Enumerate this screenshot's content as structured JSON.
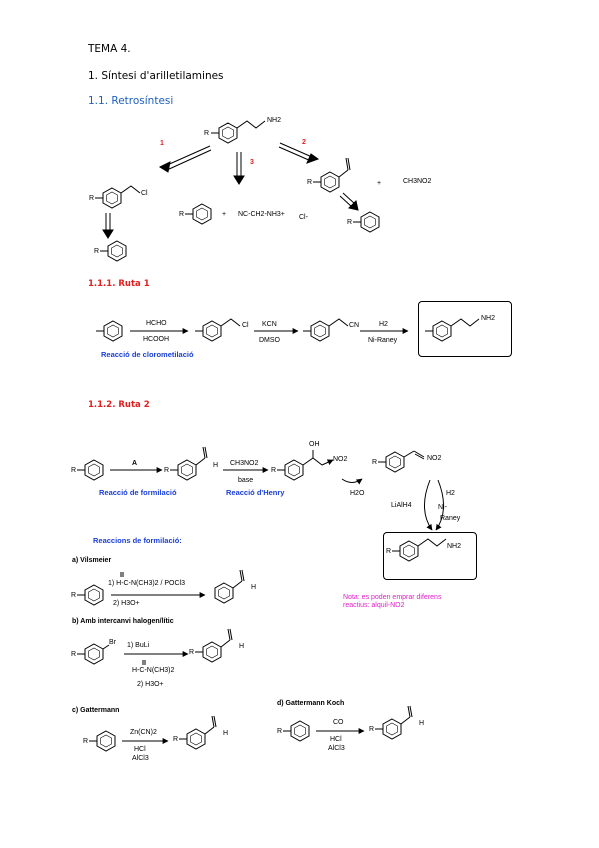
{
  "header": {
    "topic": "TEMA 4.",
    "section": "1. Síntesi d'arilletilamines",
    "subsection": "1.1. Retrosíntesi"
  },
  "retro": {
    "nh2": "NH2",
    "r": "R",
    "route1": "1",
    "route2": "2",
    "route3": "3",
    "cl": "Cl",
    "plus1": "+",
    "nitrile_salt": "NC-CH2-NH3+",
    "chloride": "Cl-",
    "plus2": "+",
    "nitromethane": "CH3NO2"
  },
  "ruta1": {
    "title": "1.1.1. Ruta 1",
    "reagent_top": "HCHO",
    "reagent_bottom": "HCOOH",
    "kcn": "KCN",
    "dmso": "DMSO",
    "h2": "H2",
    "catalyst": "Ni-Raney",
    "cn": "CN",
    "cl": "Cl",
    "nh2": "NH2",
    "caption": "Reacció de clorometilació"
  },
  "ruta2": {
    "title": "1.1.2. Ruta 2",
    "reagent_a": "A",
    "nitromethane": "CH3NO2",
    "base": "base",
    "oh": "OH",
    "no2": "NO2",
    "h": "H",
    "water": "H2O",
    "lialh4": "LiAlH4",
    "h2": "H2",
    "ni": "Ni-",
    "raney": "Raney",
    "nh2": "NH2",
    "caption_formylation": "Reacció de formilació",
    "caption_henry": "Reacció d'Henry"
  },
  "formylation": {
    "heading": "Reaccions de formilació:",
    "a_label": "a) Vilsmeier",
    "a_step1": "1) H-C-N(CH3)2 / POCl3",
    "a_step2": "2) H3O+",
    "b_label": "b)  Amb intercanvi halogen/lític",
    "b_br": "Br",
    "b_step1": "1)  BuLi",
    "b_step_reagent": "H-C-N(CH3)2",
    "b_step2": "2) H3O+",
    "c_label": "c) Gattermann",
    "c_top": "Zn(CN)2",
    "c_hcl": "HCl",
    "c_alcl3": "AlCl3",
    "d_label": "d) Gattermann Koch",
    "d_top": "CO",
    "d_hcl": "HCl",
    "d_alcl3": "AlCl3",
    "h": "H",
    "note": "Nota: es poden emprar diferens reactius: alquil-NO2"
  }
}
